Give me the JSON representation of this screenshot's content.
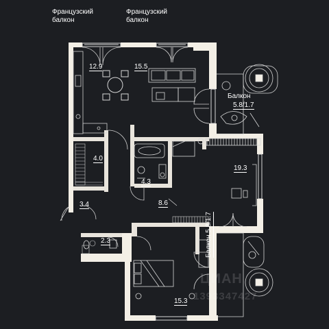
{
  "labels": {
    "french_balcony_left": [
      "Французский",
      "балкон"
    ],
    "french_balcony_right": [
      "Французский",
      "балкон"
    ],
    "balcony_top_name": "Балкон",
    "balcony_top_area": "5.8/1.7",
    "balcony_bottom": "Балкон 5.8/1.7"
  },
  "rooms": [
    {
      "id": "kitchen",
      "area": "12.9"
    },
    {
      "id": "living",
      "area": "15.5"
    },
    {
      "id": "storage",
      "area": "4.0"
    },
    {
      "id": "bathroom",
      "area": "4.3"
    },
    {
      "id": "bedroom-right",
      "area": "19.3"
    },
    {
      "id": "entrance",
      "area": "3.4"
    },
    {
      "id": "hall",
      "area": "8.6"
    },
    {
      "id": "wc",
      "area": "2.3"
    },
    {
      "id": "bedroom-bottom",
      "area": "15.3"
    }
  ],
  "watermark": {
    "text1": "ЦИАН",
    "text2": "1393347427"
  },
  "colors": {
    "background": "#1c1e22",
    "wall": "#f3efe6",
    "line": "#d8d8d8"
  }
}
